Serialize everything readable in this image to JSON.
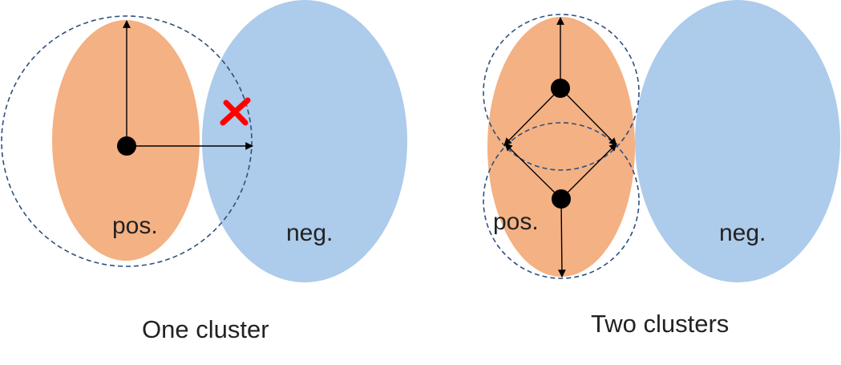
{
  "colors": {
    "positive": "#F4B183",
    "negative": "#ADCBEA",
    "ball": "#7F8FB5",
    "arrow": "#000000",
    "reject_mark": "#FF0000"
  },
  "panels": [
    {
      "caption": "One cluster",
      "pos_label": "pos.",
      "neg_label": "neg.",
      "reject_icon": "red-x-icon"
    },
    {
      "caption": "Two clusters",
      "pos_label": "pos.",
      "neg_label": "neg."
    }
  ]
}
